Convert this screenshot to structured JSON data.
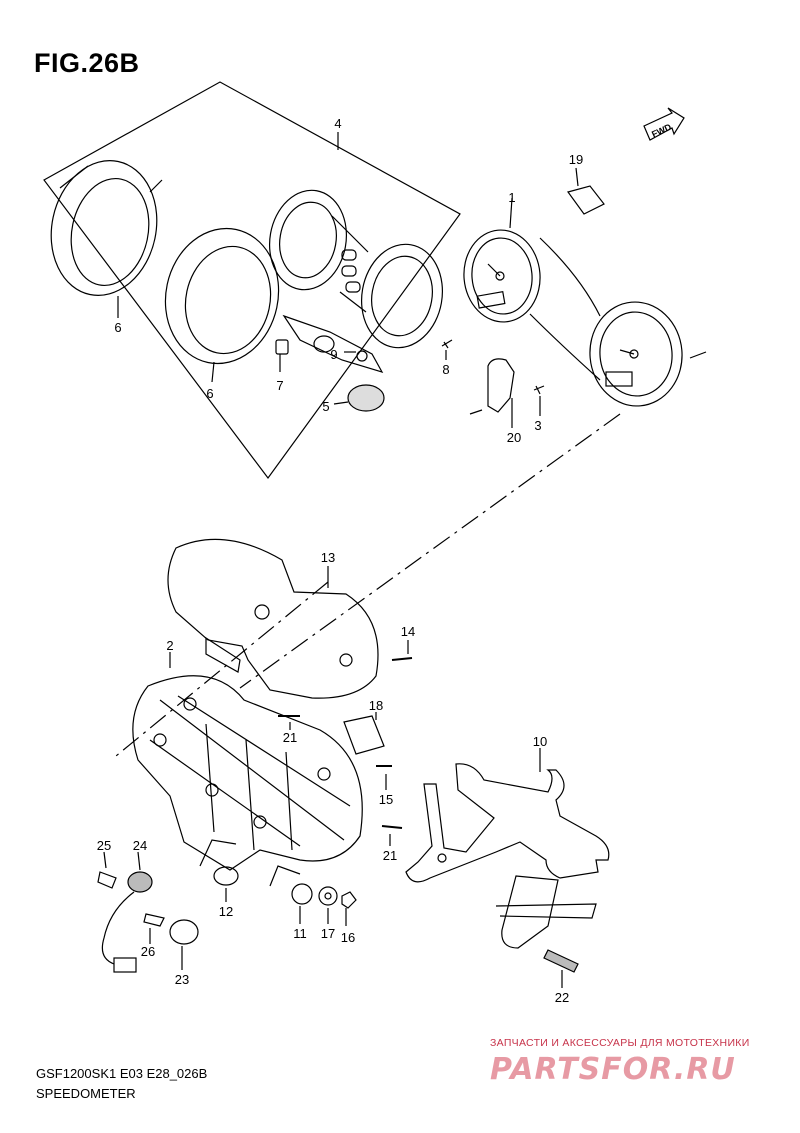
{
  "figure": {
    "title": "FIG.26B"
  },
  "callouts": {
    "c1": "1",
    "c2": "2",
    "c3": "3",
    "c4": "4",
    "c5": "5",
    "c6a": "6",
    "c6b": "6",
    "c7": "7",
    "c8": "8",
    "c9": "9",
    "c10": "10",
    "c11": "11",
    "c12": "12",
    "c13": "13",
    "c14": "14",
    "c15": "15",
    "c16": "16",
    "c17": "17",
    "c18": "18",
    "c19": "19",
    "c20": "20",
    "c21a": "21",
    "c21b": "21",
    "c22": "22",
    "c23": "23",
    "c24": "24",
    "c25": "25",
    "c26": "26"
  },
  "direction_marker": {
    "label": "FWD"
  },
  "footer": {
    "model_code": "GSF1200SK1 E03 E28_026B",
    "section_name": "SPEEDOMETER"
  },
  "watermark": {
    "tagline": "ЗАПЧАСТИ И АКСЕССУАРЫ ДЛЯ МОТОТЕХНИКИ",
    "brand": "PARTSFOR.RU"
  }
}
